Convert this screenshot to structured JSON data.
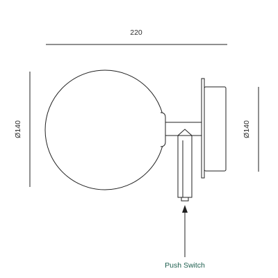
{
  "dimensions": {
    "width": "220",
    "height_left": "Ø140",
    "height_right": "Ø140"
  },
  "callout": {
    "label": "Push Switch"
  },
  "colors": {
    "line": "#1f1f1f",
    "label_text": "#2b2b2b",
    "callout_text": "#1d5e4e",
    "background": "#ffffff"
  }
}
